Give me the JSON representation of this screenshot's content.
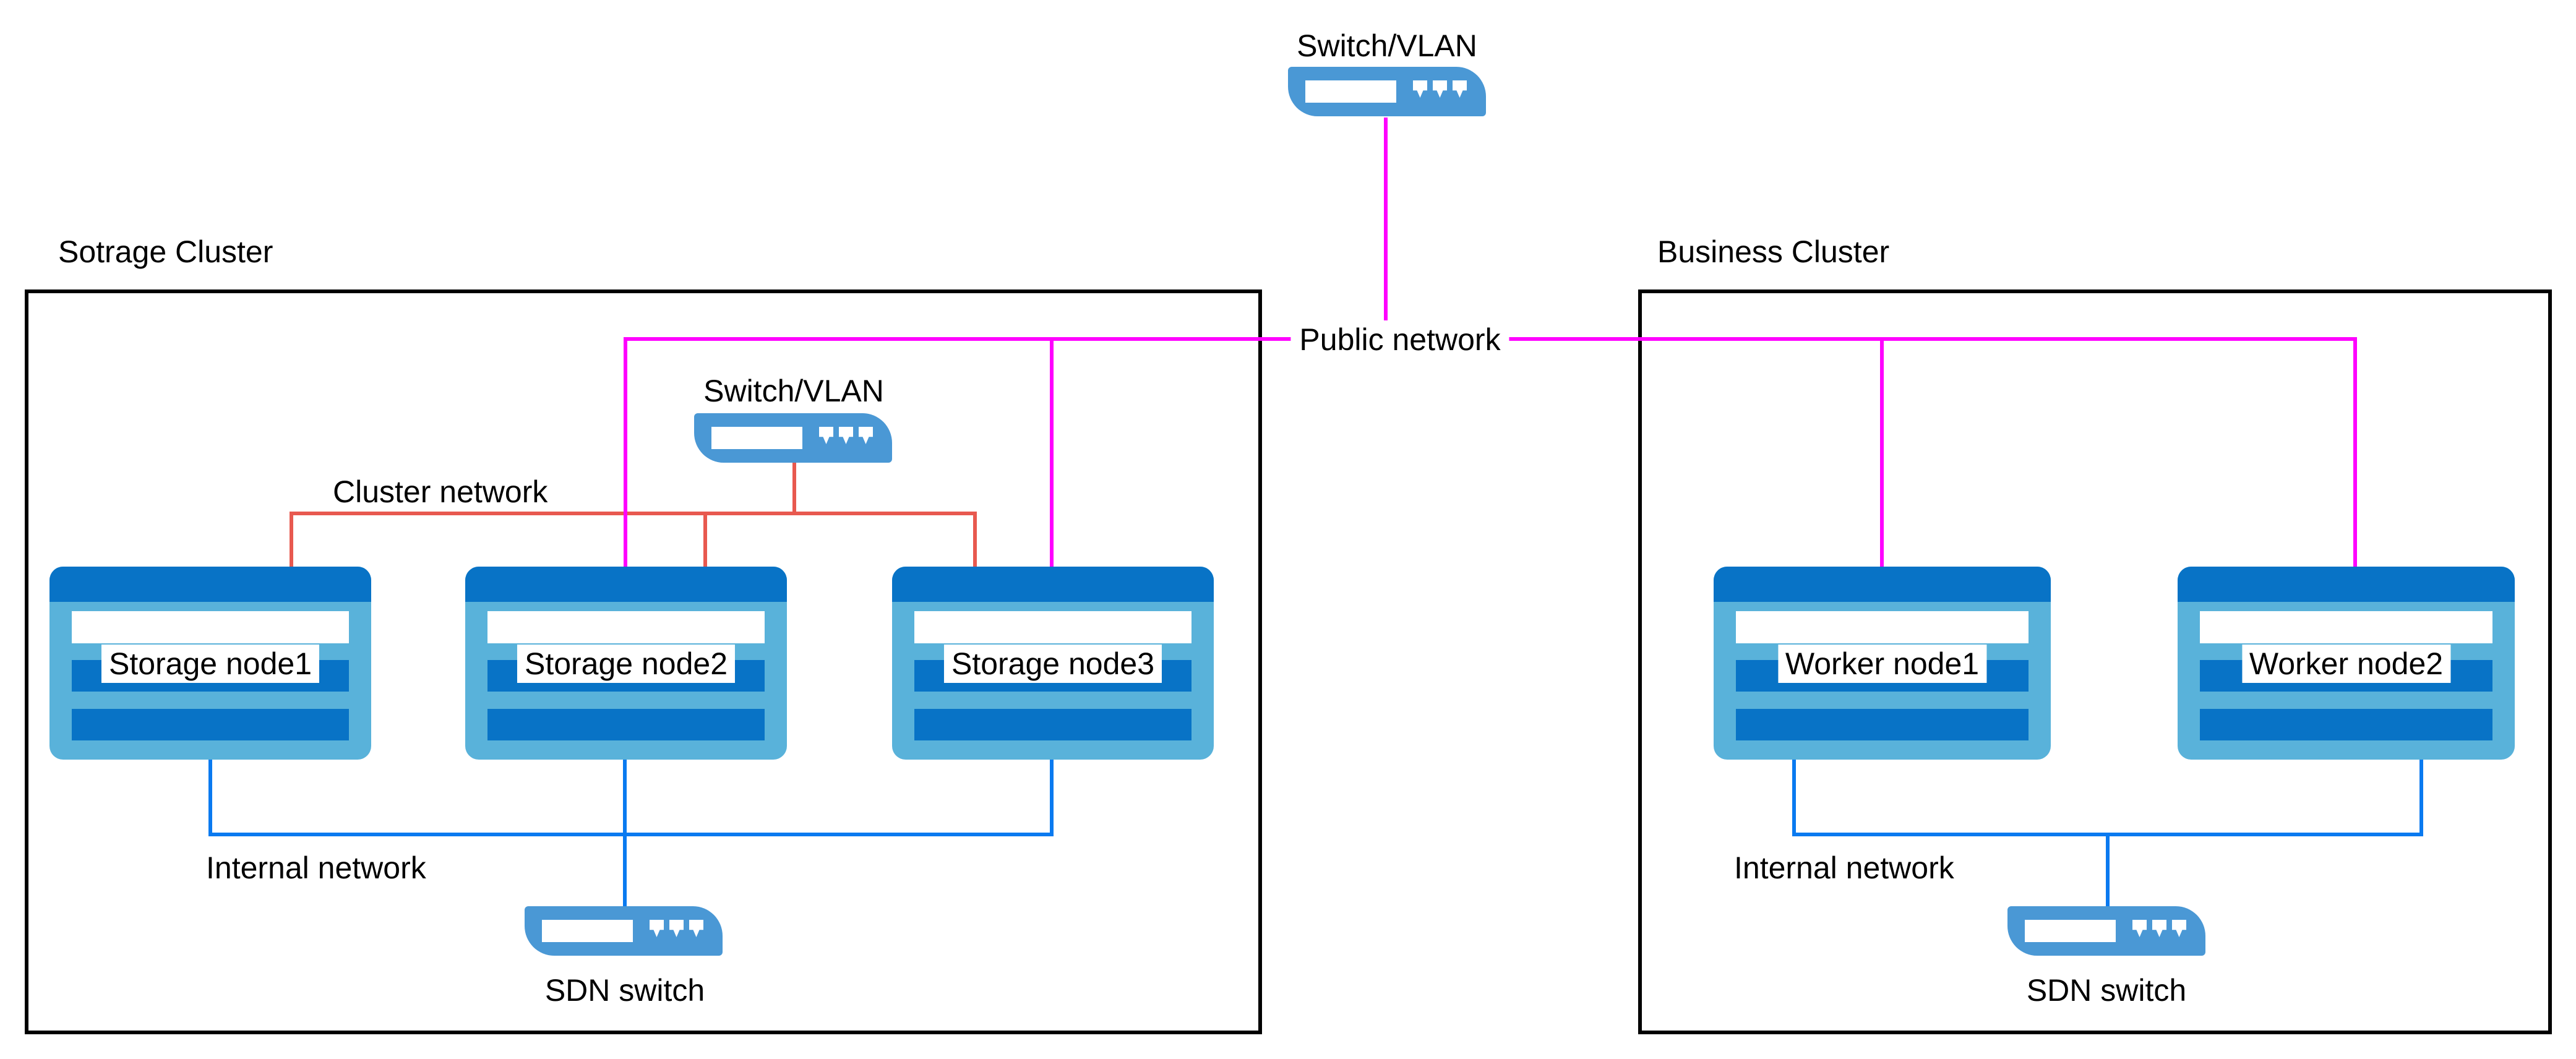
{
  "public_switch": {
    "label": "Switch/VLAN"
  },
  "public_network": {
    "label": "Public network"
  },
  "storage_cluster": {
    "title": "Sotrage Cluster",
    "switch": {
      "label": "Switch/VLAN"
    },
    "cluster_network": {
      "label": "Cluster network"
    },
    "internal_network": {
      "label": "Internal network"
    },
    "sdn_switch": {
      "label": "SDN switch"
    },
    "nodes": [
      {
        "label": "Storage node1"
      },
      {
        "label": "Storage node2"
      },
      {
        "label": "Storage node3"
      }
    ]
  },
  "business_cluster": {
    "title": "Business Cluster",
    "internal_network": {
      "label": "Internal network"
    },
    "sdn_switch": {
      "label": "SDN switch"
    },
    "nodes": [
      {
        "label": "Worker node1"
      },
      {
        "label": "Worker node2"
      }
    ]
  },
  "colors": {
    "public_network_line": "#ff00ff",
    "cluster_network_line": "#e8594f",
    "internal_network_line": "#0a7af0",
    "node_body": "#59b2da",
    "node_accent": "#0873c6",
    "switch_body": "#4a98d5",
    "cluster_border": "#000000"
  }
}
